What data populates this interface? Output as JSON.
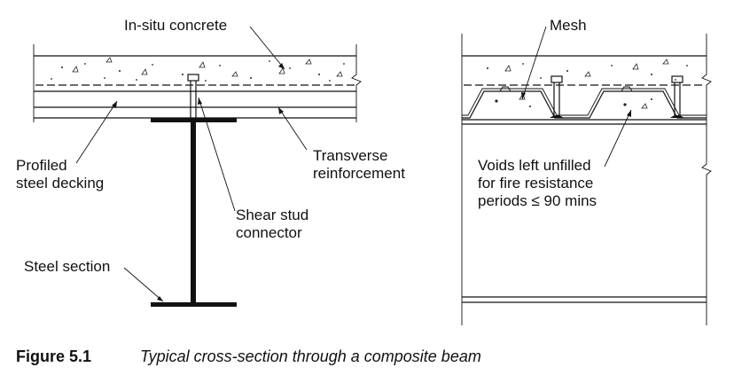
{
  "labels": {
    "in_situ_concrete": "In-situ concrete",
    "profiled_steel_decking_l1": "Profiled",
    "profiled_steel_decking_l2": "steel decking",
    "transverse_reinforcement_l1": "Transverse",
    "transverse_reinforcement_l2": "reinforcement",
    "shear_stud_connector_l1": "Shear stud",
    "shear_stud_connector_l2": "connector",
    "steel_section": "Steel section",
    "mesh": "Mesh",
    "voids_l1": "Voids left unfilled",
    "voids_l2": "for fire resistance",
    "voids_l3": "periods ≤ 90 mins"
  },
  "caption": {
    "number": "Figure 5.1",
    "text": "Typical cross-section through a composite beam"
  }
}
